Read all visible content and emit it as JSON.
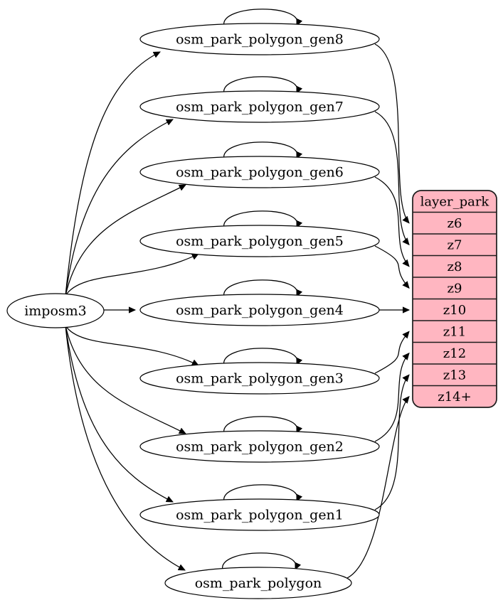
{
  "diagram": {
    "background": "#ffffff",
    "edge_color": "#000000",
    "node_fill": "#ffffff",
    "node_stroke": "#000000",
    "source": {
      "label": "imposm3"
    },
    "tables": [
      {
        "label": "osm_park_polygon_gen8",
        "self_loop": true,
        "target_zoom": "z6"
      },
      {
        "label": "osm_park_polygon_gen7",
        "self_loop": true,
        "target_zoom": "z7"
      },
      {
        "label": "osm_park_polygon_gen6",
        "self_loop": true,
        "target_zoom": "z8"
      },
      {
        "label": "osm_park_polygon_gen5",
        "self_loop": true,
        "target_zoom": "z9"
      },
      {
        "label": "osm_park_polygon_gen4",
        "self_loop": true,
        "target_zoom": "z10"
      },
      {
        "label": "osm_park_polygon_gen3",
        "self_loop": true,
        "target_zoom": "z11"
      },
      {
        "label": "osm_park_polygon_gen2",
        "self_loop": true,
        "target_zoom": "z12"
      },
      {
        "label": "osm_park_polygon_gen1",
        "self_loop": true,
        "target_zoom": "z13"
      },
      {
        "label": "osm_park_polygon",
        "self_loop": true,
        "target_zoom": "z14+"
      }
    ],
    "layer": {
      "title": "layer_park",
      "zooms": [
        "z6",
        "z7",
        "z8",
        "z9",
        "z10",
        "z11",
        "z12",
        "z13",
        "z14+"
      ],
      "fill": "#ffb6c1",
      "stroke": "#1c1c1c"
    }
  }
}
